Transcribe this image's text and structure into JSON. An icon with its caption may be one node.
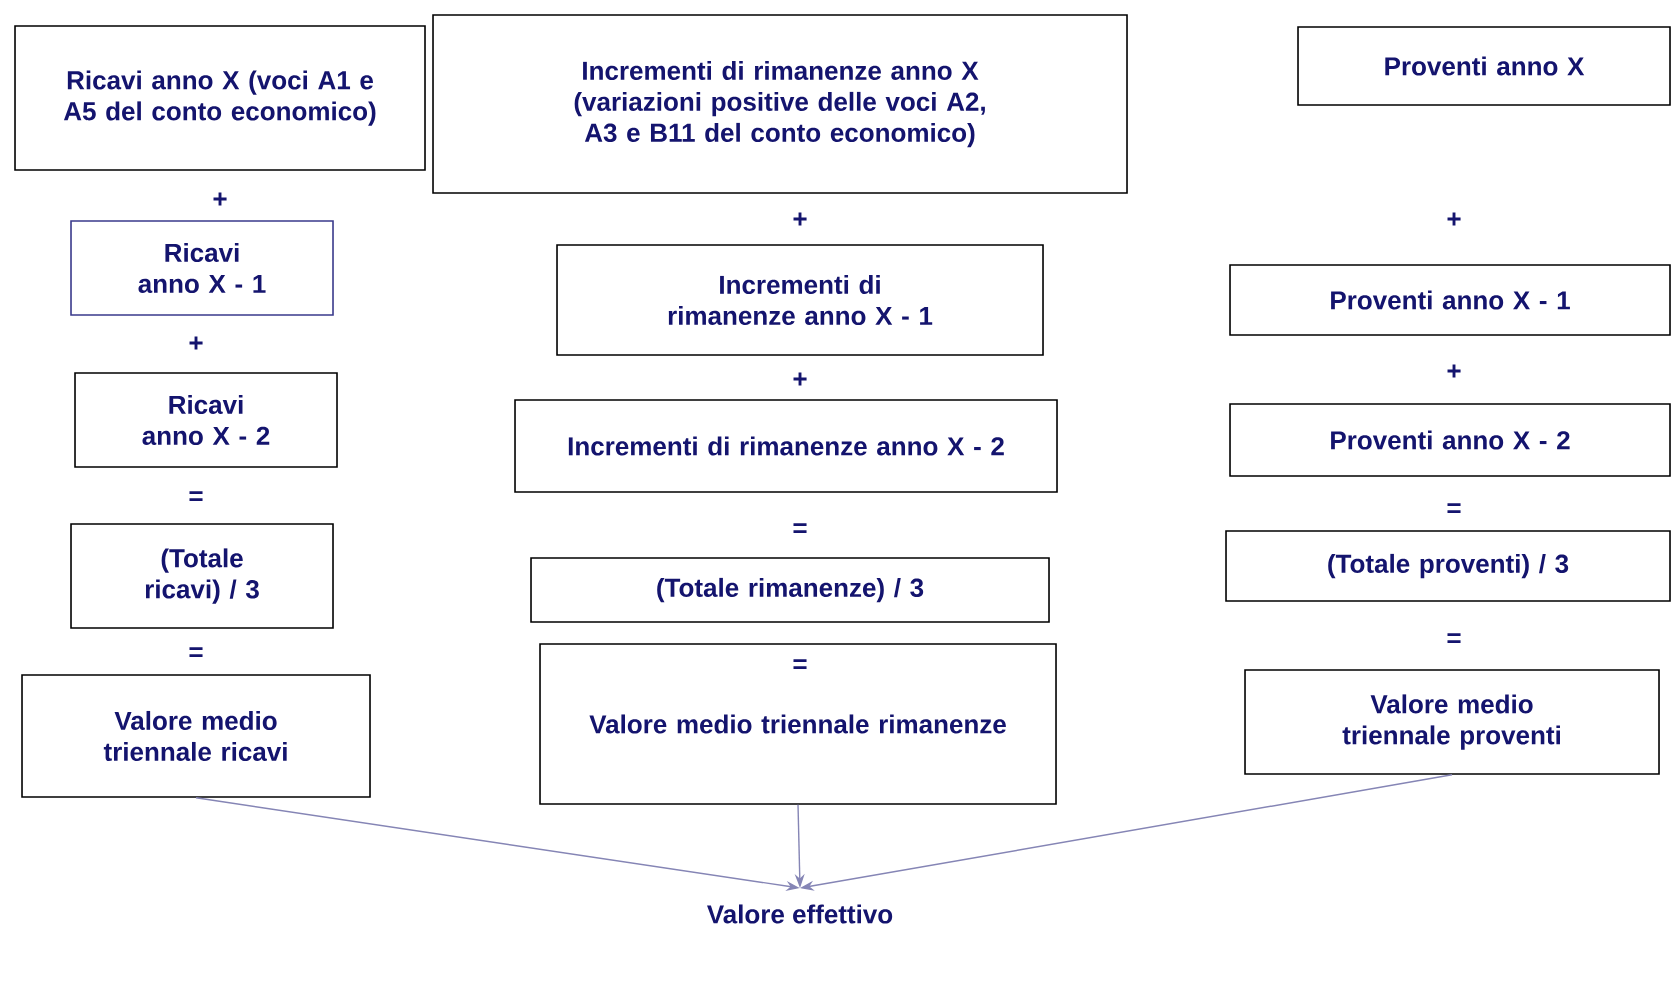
{
  "diagram": {
    "nodes": [
      {
        "text": [
          "Ricavi anno X (voci A1 e A5 del conto economico)"
        ]
      },
      {
        "text": [
          "Incrementi di rimanenze anno X (variazioni positive delle voci A2, A3 e B11 del conto economico)"
        ]
      },
      {
        "text": [
          "Proventi anno X"
        ]
      },
      {
        "text": [
          "Ricavi anno X - 1"
        ]
      },
      {
        "text": [
          "Incrementi di rimanenze anno X - 1"
        ]
      },
      {
        "text": [
          "Proventi anno X - 1"
        ]
      },
      {
        "text": [
          "Ricavi anno X - 2"
        ]
      },
      {
        "text": [
          "Incrementi di rimanenze anno X - 2"
        ]
      },
      {
        "text": [
          "Proventi anno X - 2"
        ]
      },
      {
        "text": [
          "(Totale ricavi) / 3"
        ]
      },
      {
        "text": [
          "(Totale rimanenze) / 3"
        ]
      },
      {
        "text": [
          "(Totale proventi) / 3"
        ]
      },
      {
        "text": [
          "Valore medio triennale ricavi"
        ]
      },
      {
        "text": [
          "Valore medio triennale rimanenze"
        ]
      },
      {
        "text": [
          "Valore medio triennale proventi"
        ]
      },
      {
        "text": [
          "Valore effettivo"
        ]
      }
    ],
    "edges": [
      {
        "from": 12,
        "to": 15,
        "arrow": "to"
      },
      {
        "from": 13,
        "to": 15,
        "arrow": "to"
      },
      {
        "from": 14,
        "to": 15,
        "arrow": "to"
      }
    ],
    "labels": [
      "+",
      "+",
      "=",
      "=",
      "+",
      "+",
      "=",
      "=",
      "+",
      "+",
      "=",
      "="
    ]
  }
}
